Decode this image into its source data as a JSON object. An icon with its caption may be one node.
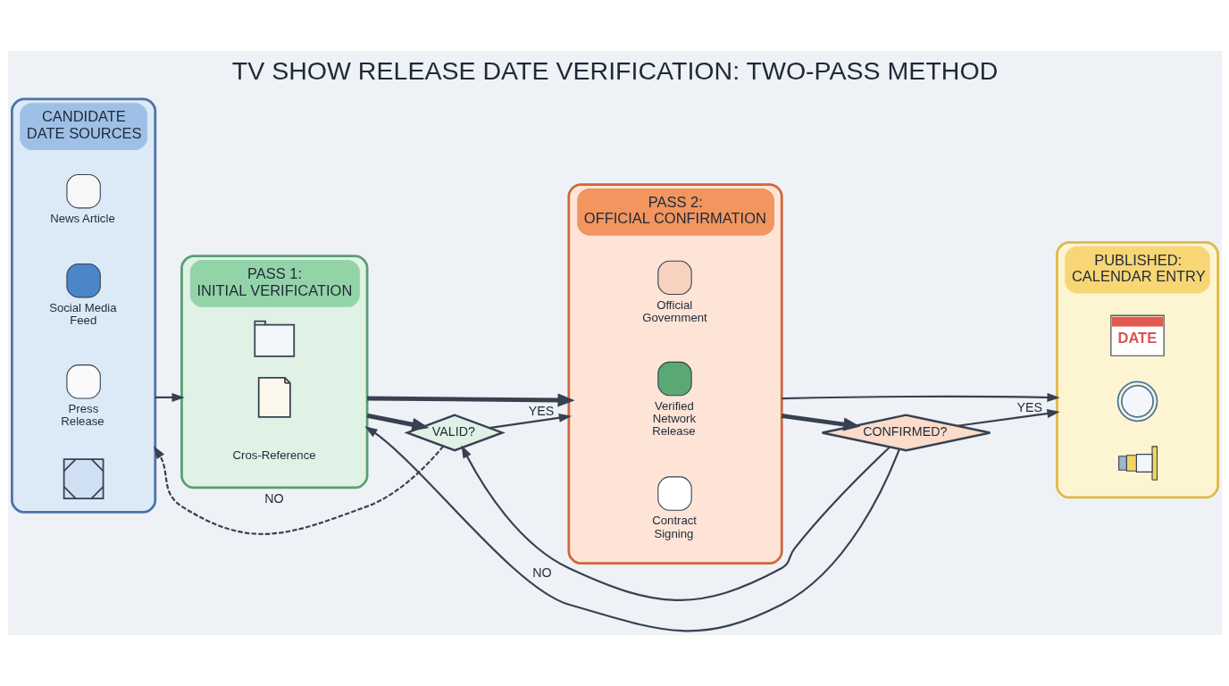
{
  "diagram": {
    "title": "TV SHOW RELEASE DATE VERIFICATION: TWO-PASS METHOD",
    "nodes": [
      {
        "text": [
          "CANDIDATE DATE SOURCES"
        ]
      },
      {
        "text": [
          "News Article"
        ],
        "in": 0
      },
      {
        "text": [
          "Social Media Feed"
        ],
        "in": 0
      },
      {
        "text": [
          "Press Release"
        ],
        "in": 0
      },
      {
        "text": [],
        "shape": "picture",
        "in": 0
      },
      {
        "text": [
          "PASS 1: INITIAL VERIFICATION"
        ]
      },
      {
        "text": [],
        "shape": "picture",
        "in": 5
      },
      {
        "text": [],
        "shape": "picture",
        "in": 5
      },
      {
        "text": [
          "Cros-Reference"
        ],
        "in": 5
      },
      {
        "text": [
          "PASS 2: OFFICIAL CONFIRMATION"
        ]
      },
      {
        "text": [
          "Official Government"
        ],
        "in": 9
      },
      {
        "text": [
          "Verified Network Release"
        ],
        "in": 9
      },
      {
        "text": [
          "Contract Signing"
        ],
        "in": 9
      },
      {
        "text": [
          "PUBLISHED: CALENDAR ENTRY"
        ]
      },
      {
        "text": [
          "DATE"
        ],
        "in": 13
      },
      {
        "text": [],
        "shape": "picture",
        "in": 13
      },
      {
        "text": [],
        "shape": "picture",
        "in": 13
      },
      {
        "text": [
          "VALID?"
        ]
      },
      {
        "text": [
          "CONFIRMED?"
        ]
      }
    ],
    "edges": [
      {
        "from": 0,
        "to": 5,
        "arrow": "to"
      },
      {
        "from": 5,
        "to": 9,
        "arrow": "to",
        "style": "thick"
      },
      {
        "from": 9,
        "to": 13,
        "arrow": "to"
      },
      {
        "from": 5,
        "to": 17,
        "arrow": "to",
        "style": "thick"
      },
      {
        "from": 17,
        "to": 0,
        "arrow": "to",
        "label": "NO",
        "style": "dashed"
      },
      {
        "from": 17,
        "to": 9,
        "arrow": "to",
        "label": "YES"
      },
      {
        "from": 9,
        "to": 18,
        "arrow": "to",
        "style": "thick"
      },
      {
        "from": 18,
        "to": 5,
        "arrow": "to",
        "label": "NO"
      },
      {
        "from": 18,
        "to": 17,
        "arrow": "to"
      },
      {
        "from": 18,
        "to": 13,
        "arrow": "to",
        "label": "YES"
      }
    ]
  }
}
